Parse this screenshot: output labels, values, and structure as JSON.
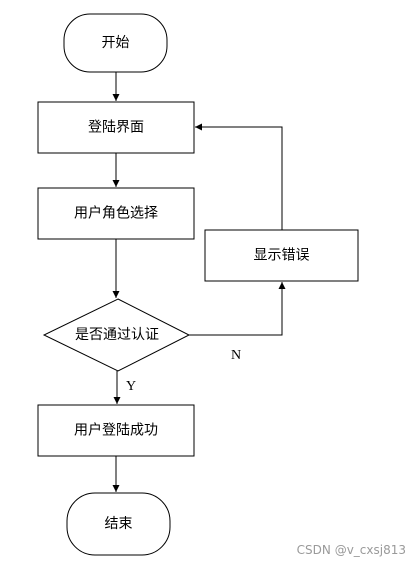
{
  "flowchart": {
    "nodes": {
      "start": "开始",
      "login_screen": "登陆界面",
      "role_select": "用户角色选择",
      "show_error": "显示错误",
      "auth_check": "是否通过认证",
      "login_success": "用户登陆成功",
      "end": "结束"
    },
    "edges": {
      "yes_label": "Y",
      "no_label": "N"
    }
  },
  "watermark": "CSDN @v_cxsj813"
}
